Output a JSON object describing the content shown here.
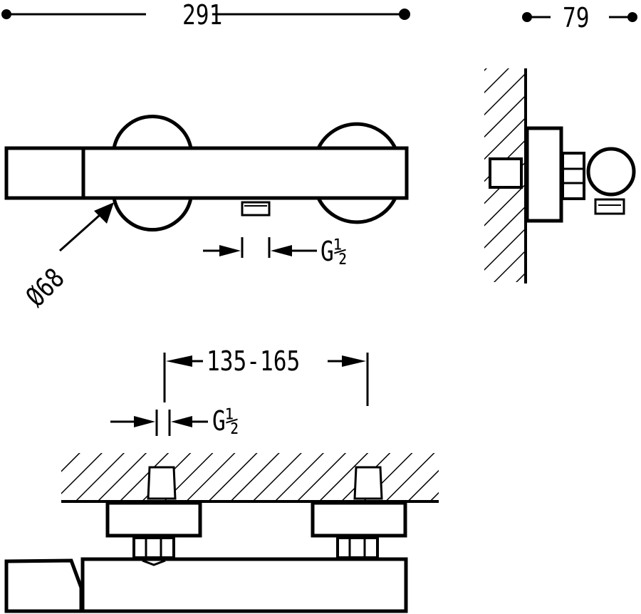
{
  "drawing": {
    "title": "Thermostatic shower mixer - technical dimension drawing",
    "line_color": "#000000",
    "background_color": "#ffffff",
    "views": {
      "front_view": {
        "overall_width_label": "291",
        "rosette_diameter_label": "Ø68",
        "outlet_thread_label": "G½"
      },
      "side_view": {
        "depth_label": "79"
      },
      "top_view": {
        "centre_distance_label": "135-165",
        "inlet_thread_label": "G½"
      }
    }
  }
}
